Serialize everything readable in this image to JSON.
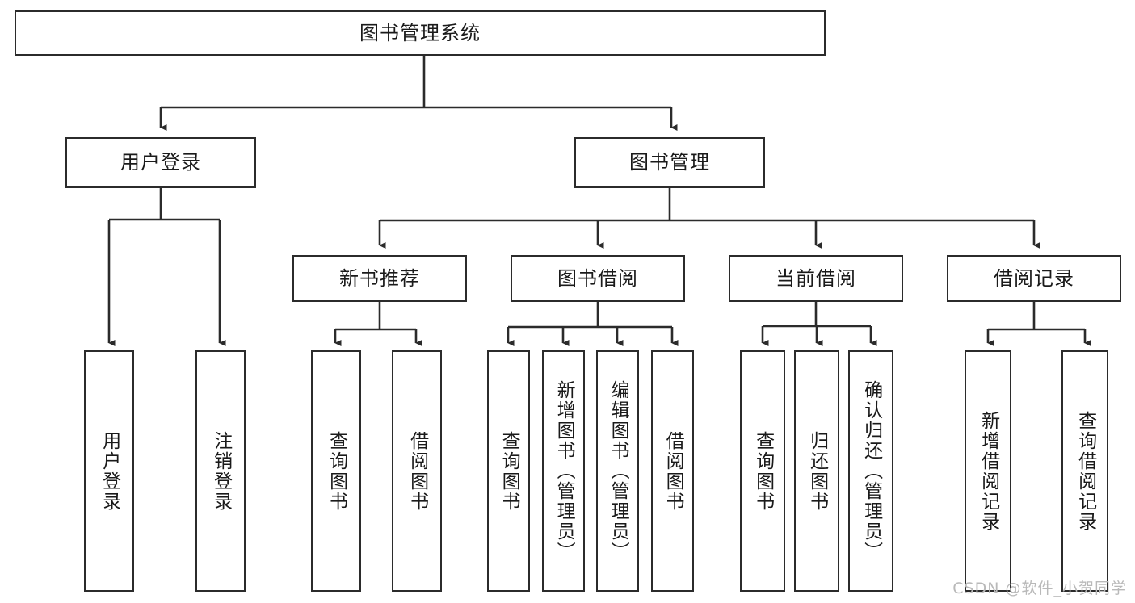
{
  "diagram": {
    "type": "tree-hierarchy",
    "title": "图书管理系统",
    "root": {
      "id": "root",
      "label": "图书管理系统",
      "orientation": "horizontal"
    },
    "level2": [
      {
        "id": "user-login",
        "label": "用户登录",
        "orientation": "horizontal"
      },
      {
        "id": "book-manage",
        "label": "图书管理",
        "orientation": "horizontal"
      }
    ],
    "level3": [
      {
        "id": "new-book-recommend",
        "label": "新书推荐",
        "parent": "book-manage",
        "orientation": "horizontal"
      },
      {
        "id": "book-borrow",
        "label": "图书借阅",
        "parent": "book-manage",
        "orientation": "horizontal"
      },
      {
        "id": "current-borrow",
        "label": "当前借阅",
        "parent": "book-manage",
        "orientation": "horizontal"
      },
      {
        "id": "borrow-record",
        "label": "借阅记录",
        "parent": "book-manage",
        "orientation": "horizontal"
      }
    ],
    "leaves": [
      {
        "id": "leaf-user-login",
        "label": "用户登录",
        "parent": "user-login",
        "orientation": "vertical"
      },
      {
        "id": "leaf-logout",
        "label": "注销登录",
        "parent": "user-login",
        "orientation": "vertical"
      },
      {
        "id": "leaf-query-book-1",
        "label": "查询图书",
        "parent": "new-book-recommend",
        "orientation": "vertical"
      },
      {
        "id": "leaf-borrow-book-1",
        "label": "借阅图书",
        "parent": "new-book-recommend",
        "orientation": "vertical"
      },
      {
        "id": "leaf-query-book-2",
        "label": "查询图书",
        "parent": "book-borrow",
        "orientation": "vertical"
      },
      {
        "id": "leaf-add-book",
        "label": "新增图书（管理员）",
        "parent": "book-borrow",
        "orientation": "vertical"
      },
      {
        "id": "leaf-edit-book",
        "label": "编辑图书（管理员）",
        "parent": "book-borrow",
        "orientation": "vertical"
      },
      {
        "id": "leaf-borrow-book-2",
        "label": "借阅图书",
        "parent": "book-borrow",
        "orientation": "vertical"
      },
      {
        "id": "leaf-query-book-3",
        "label": "查询图书",
        "parent": "current-borrow",
        "orientation": "vertical"
      },
      {
        "id": "leaf-return-book",
        "label": "归还图书",
        "parent": "current-borrow",
        "orientation": "vertical"
      },
      {
        "id": "leaf-confirm-return",
        "label": "确认归还（管理员）",
        "parent": "current-borrow",
        "orientation": "vertical"
      },
      {
        "id": "leaf-add-record",
        "label": "新增借阅记录",
        "parent": "borrow-record",
        "orientation": "vertical"
      },
      {
        "id": "leaf-query-record",
        "label": "查询借阅记录",
        "parent": "borrow-record",
        "orientation": "vertical"
      }
    ]
  },
  "watermark": {
    "text": "CSDN @软件_小贺同学"
  },
  "colors": {
    "stroke": "#2b2b2b",
    "fill": "#ffffff",
    "text": "#1a1a1a",
    "watermark": "#b9b9b9"
  }
}
